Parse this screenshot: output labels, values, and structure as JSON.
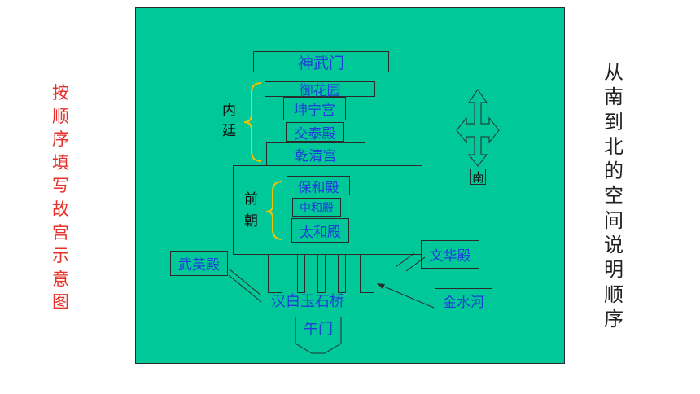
{
  "left_caption": [
    "按",
    "顺",
    "序",
    "填",
    "写",
    "故",
    "宫",
    "示",
    "意",
    "图"
  ],
  "right_caption": [
    "从",
    "南",
    "到",
    "北",
    "的",
    "空",
    "间",
    "说",
    "明",
    "顺",
    "序"
  ],
  "diagram": {
    "shenwumen": "神武门",
    "yuhuayuan": "御花园",
    "kunninggong": "坤宁宫",
    "jiaotaidian": "交泰殿",
    "qianqinggong": "乾清宫",
    "neiting": [
      "内",
      "廷"
    ],
    "qianchao": [
      "前",
      "朝"
    ],
    "baohedian": "保和殿",
    "zhonghedian": "中和殿",
    "taihedian": "太和殿",
    "wuyingdian": "武英殿",
    "wenhuadian": "文华殿",
    "hanbaiyushiqiao": "汉白玉石桥",
    "jinshuihe": "金水河",
    "wumen": "午门",
    "compass_south": "南"
  },
  "colors": {
    "diagram_bg": "#00c898",
    "label_blue": "#1f3fd8",
    "left_caption_red": "#e8302a",
    "bracket_yellow": "#f2c200"
  }
}
